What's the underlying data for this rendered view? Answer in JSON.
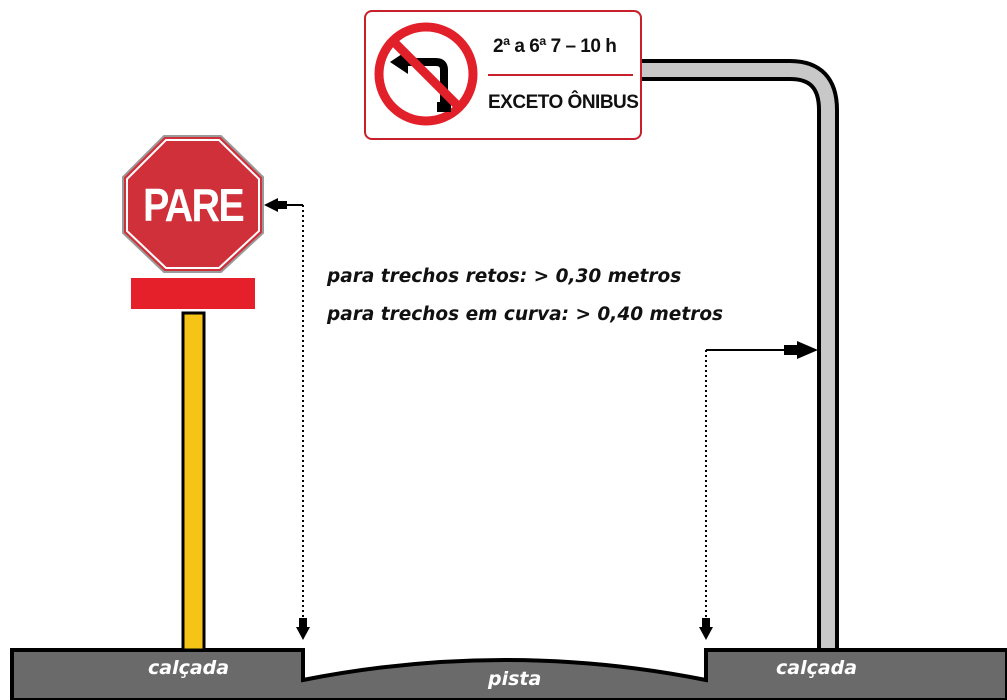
{
  "stop_sign": {
    "text": "PARE"
  },
  "prohibition_sign": {
    "schedule": "2ª a 6ª  7 – 10 h",
    "exception": "EXCETO ÔNIBUS",
    "symbol": "no-left-turn-icon"
  },
  "clearance_note": {
    "straight": "para trechos retos: > 0,30 metros",
    "curve": "para trechos em curva: > 0,40 metros"
  },
  "ground_labels": {
    "left_sidewalk": "calçada",
    "road": "pista",
    "right_sidewalk": "calçada"
  },
  "colors": {
    "stop_red": "#d0303a",
    "plate_red": "#e6202a",
    "pole_yellow": "#f6c416",
    "prohibition_red": "#e2202a",
    "ground_gray": "#6a6a6a",
    "support_gray": "#c8c8c8"
  }
}
